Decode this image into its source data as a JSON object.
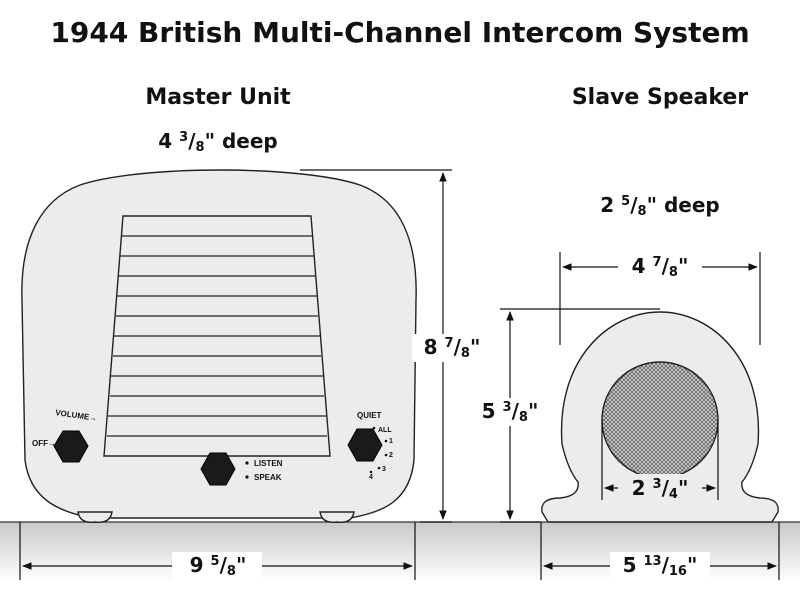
{
  "title": "1944 British Multi-Channel Intercom System",
  "master": {
    "heading": "Master Unit",
    "depth_whole": "4",
    "depth_num": "3",
    "depth_den": "8",
    "depth_suffix": "\" deep",
    "height_whole": "8",
    "height_num": "7",
    "height_den": "8",
    "height_suffix": "\"",
    "width_whole": "9",
    "width_num": "5",
    "width_den": "8",
    "width_suffix": "\"",
    "controls": {
      "volume_label": "VOLUME",
      "off_label": "OFF",
      "quiet_label": "QUIET",
      "channels": [
        "ALL",
        "1",
        "2",
        "3",
        "4"
      ],
      "listen_label": "LISTEN",
      "speak_label": "SPEAK"
    }
  },
  "slave": {
    "heading": "Slave Speaker",
    "depth_whole": "2",
    "depth_num": "5",
    "depth_den": "8",
    "depth_suffix": "\" deep",
    "top_width_whole": "4",
    "top_width_num": "7",
    "top_width_den": "8",
    "top_width_suffix": "\"",
    "height_whole": "5",
    "height_num": "3",
    "height_den": "8",
    "height_suffix": "\"",
    "grille_whole": "2",
    "grille_num": "3",
    "grille_den": "4",
    "grille_suffix": "\"",
    "base_whole": "5",
    "base_num": "13",
    "base_den": "16",
    "base_suffix": "\""
  },
  "colors": {
    "body": "#ececec",
    "floor": "#d8d8d8",
    "knob": "#1a1a1a",
    "line": "#111111"
  }
}
